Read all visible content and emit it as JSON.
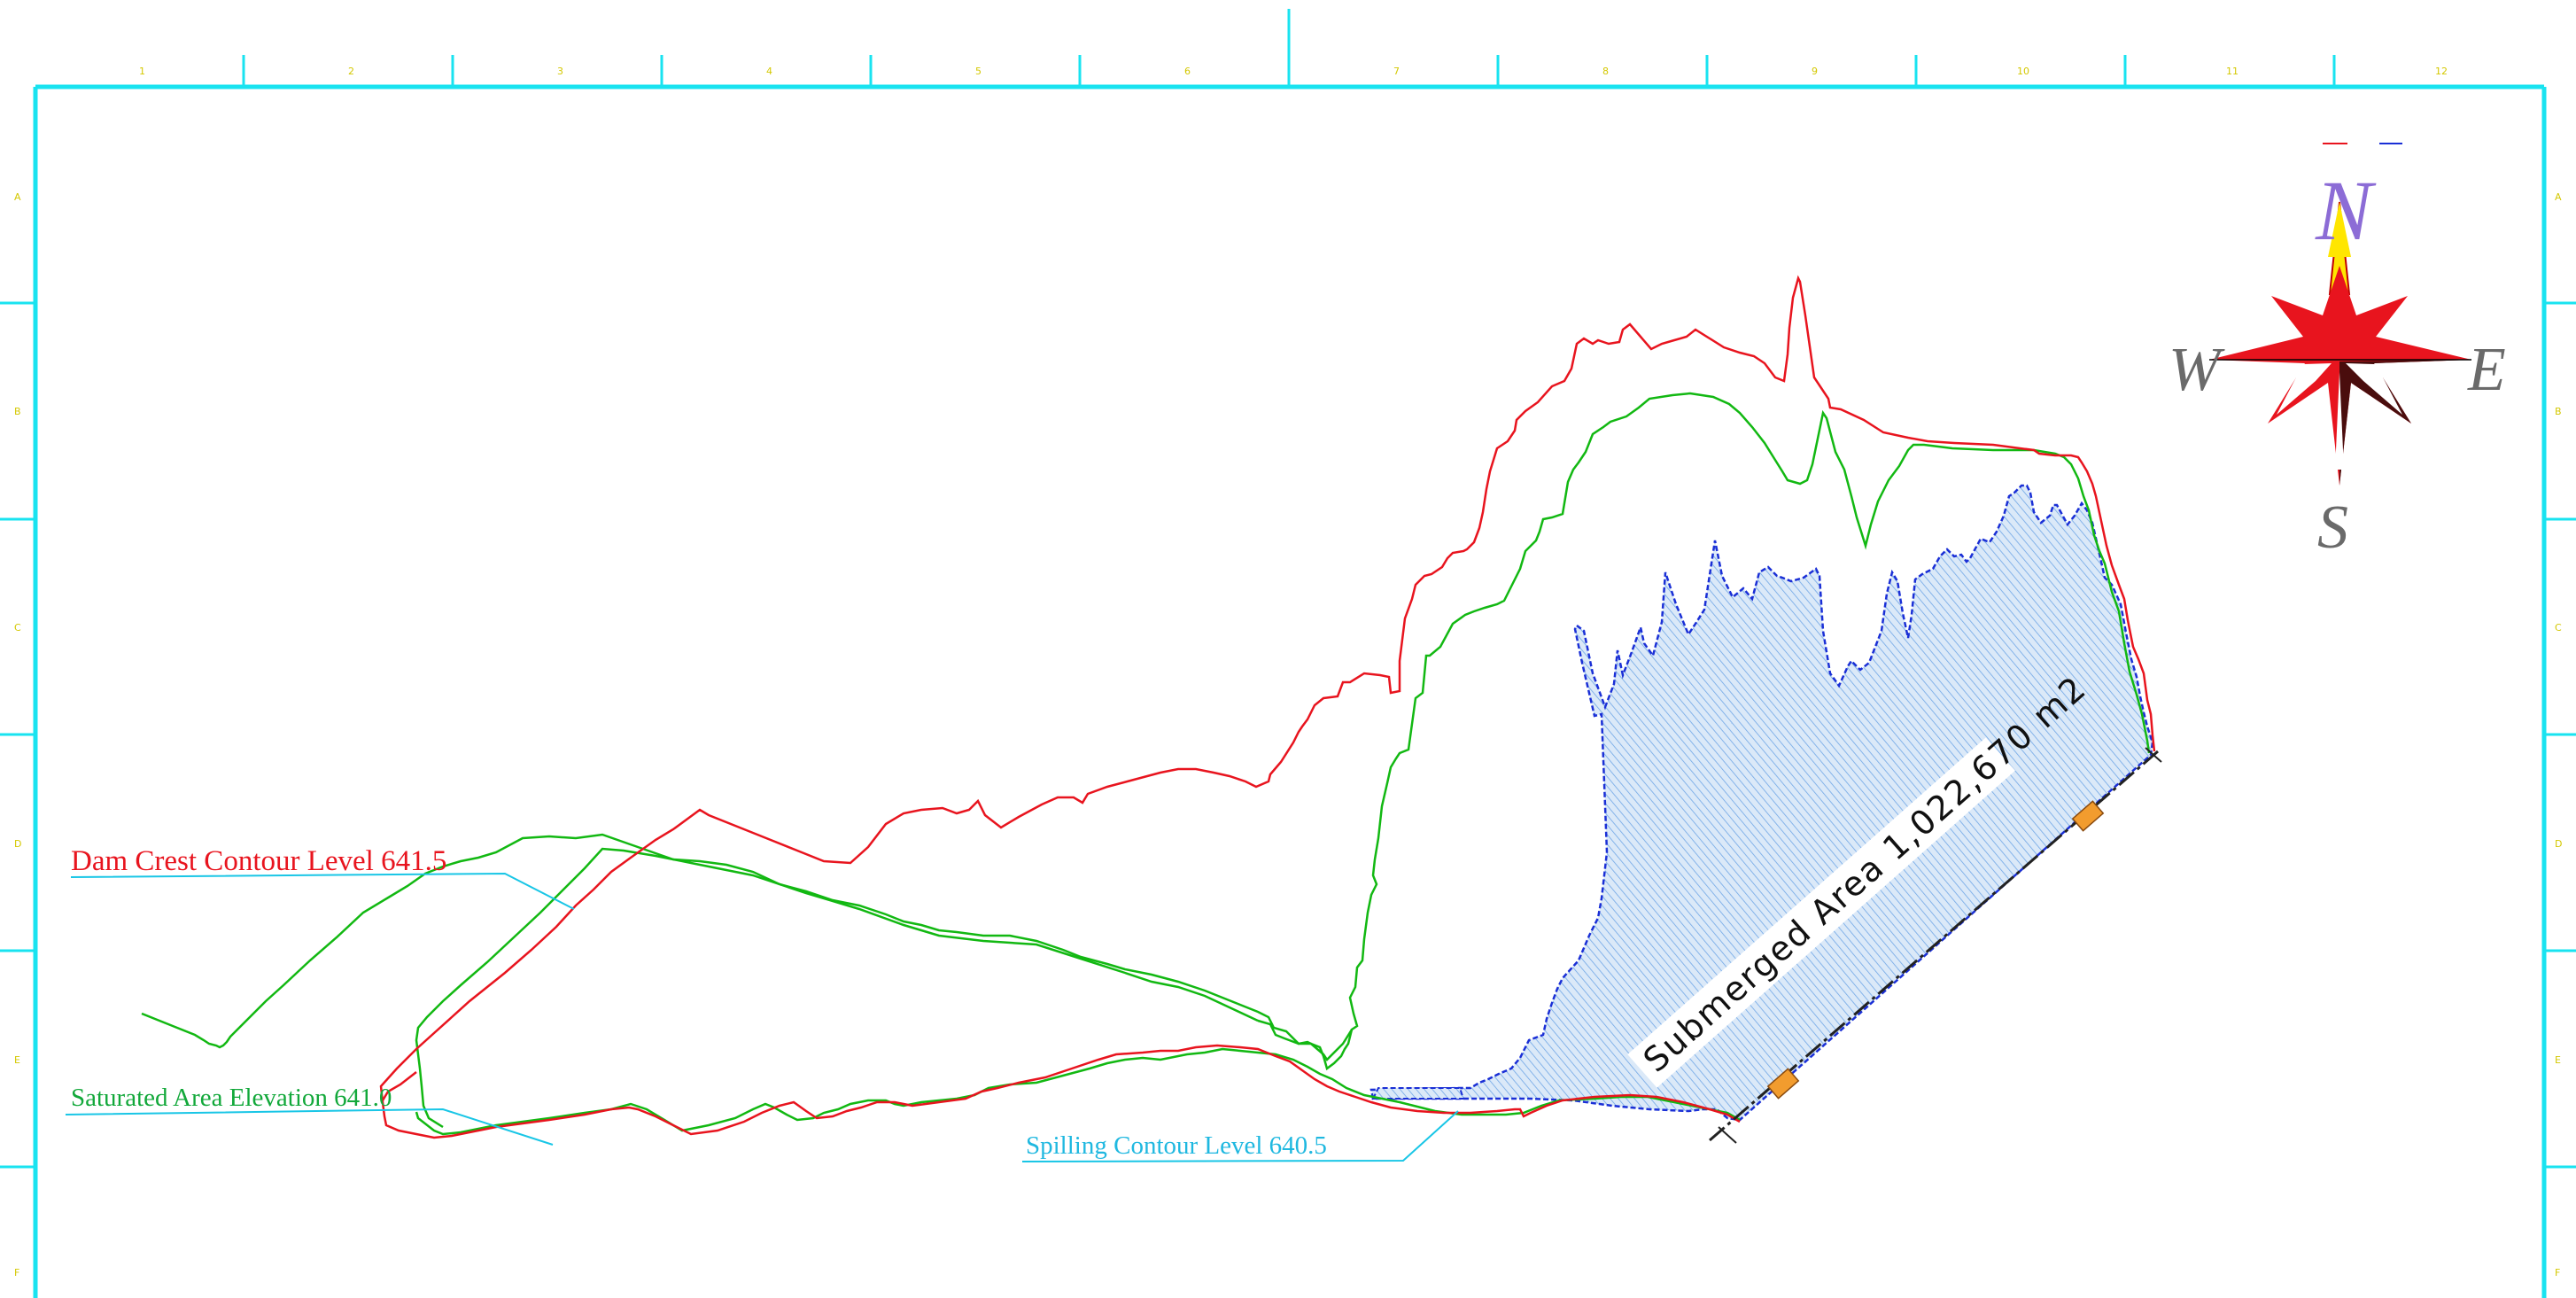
{
  "labels": {
    "dam_crest": "Dam Crest Contour Level  641.5",
    "saturated_area": "Saturated Area Elevation 641.0",
    "spilling": "Spilling Contour Level 640.5",
    "submerged_area": "Submerged Area 1,022,670 m2"
  },
  "compass": {
    "north": "N",
    "south": "S",
    "east": "E",
    "west": "W"
  },
  "frame": {
    "top_ticks": [
      "1",
      "2",
      "3",
      "4",
      "5",
      "6",
      "7",
      "8",
      "9",
      "10",
      "11",
      "12"
    ],
    "left_ticks": [
      "A",
      "B",
      "C",
      "D",
      "E",
      "F"
    ],
    "right_ticks": [
      "A",
      "B",
      "C",
      "D",
      "E",
      "F"
    ]
  },
  "colors": {
    "frame": "#19e3f0",
    "dam_crest": "#e8141e",
    "saturated": "#12b812",
    "submerged": "#1a2fd6",
    "spilling_label": "#1fb8e0",
    "hatch": "#7fb2ea"
  }
}
